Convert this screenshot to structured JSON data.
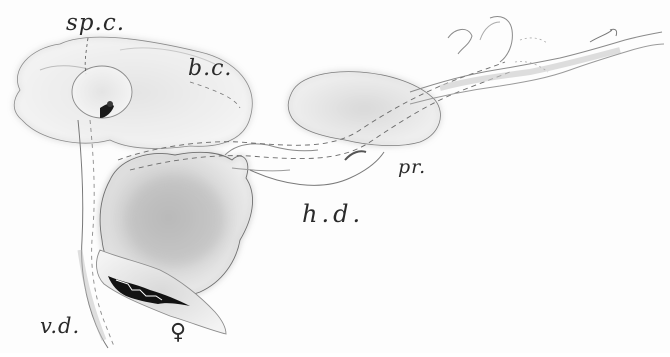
{
  "figure": {
    "labels": {
      "spermatheca_chamber": "sp.c.",
      "bursa_copulatrix": "b.c.",
      "prostate": "pr.",
      "hermaphrodite_duct": "h.d.",
      "vas_deferens": "v.d.",
      "female_symbol": "♀"
    }
  }
}
